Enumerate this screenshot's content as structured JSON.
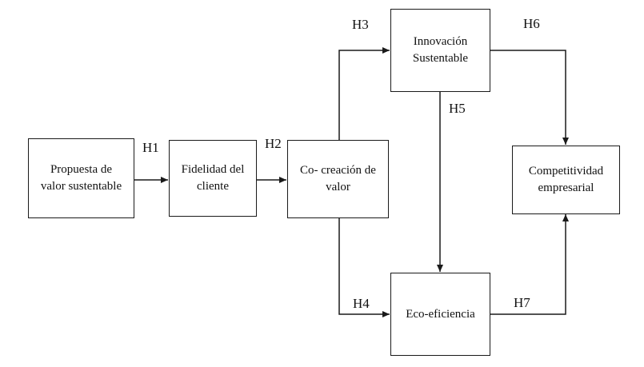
{
  "nodes": {
    "propuesta": "Propuesta de\nvalor sustentable",
    "fidelidad": "Fidelidad del\ncliente",
    "cocreacion": "Co- creación de\nvalor",
    "innovacion": "Innovación\nSustentable",
    "ecoeficiencia": "Eco-eficiencia",
    "competitividad": "Competitividad\nempresarial"
  },
  "hypotheses": {
    "h1": "H1",
    "h2": "H2",
    "h3": "H3",
    "h4": "H4",
    "h5": "H5",
    "h6": "H6",
    "h7": "H7"
  },
  "colors": {
    "line": "#1a1a1a",
    "background": "#ffffff"
  }
}
